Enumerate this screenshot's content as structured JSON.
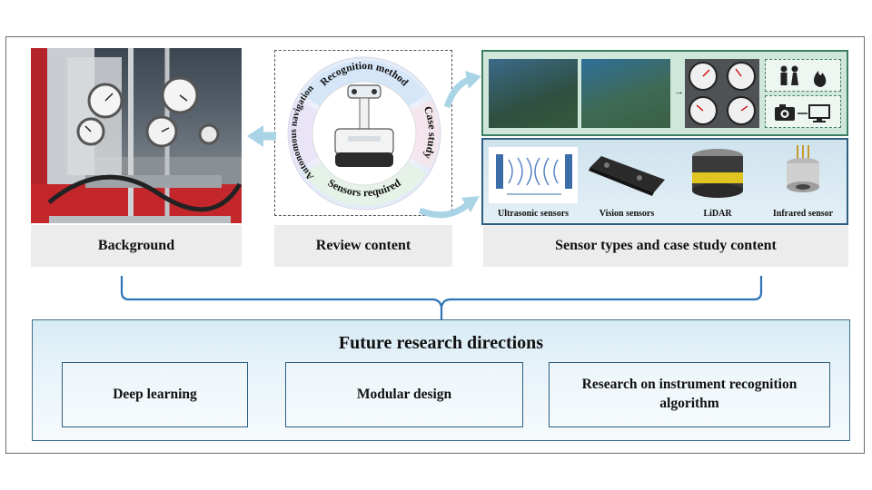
{
  "panels": {
    "background": {
      "label": "Background"
    },
    "review": {
      "label": "Review content",
      "ring_labels": [
        "Recognition method",
        "Case study",
        "Sensors required",
        "Autonomous navigation"
      ]
    },
    "sensors": {
      "label": "Sensor types and case study content",
      "items": [
        {
          "name": "Ultrasonic sensors",
          "icon": "ultrasonic-waves-icon"
        },
        {
          "name": "Vision sensors",
          "icon": "camera-module-icon"
        },
        {
          "name": "LiDAR",
          "icon": "lidar-icon"
        },
        {
          "name": "Infrared sensor",
          "icon": "infrared-sensor-icon"
        }
      ]
    }
  },
  "future": {
    "title": "Future research directions",
    "directions": [
      "Deep learning",
      "Modular design",
      "Research on instrument recognition algorithm"
    ]
  },
  "colors": {
    "bracket": "#2c73b5",
    "arrow": "#a9d4e6",
    "case_study_border": "#3d7f62",
    "sensor_border": "#2f5f80"
  }
}
